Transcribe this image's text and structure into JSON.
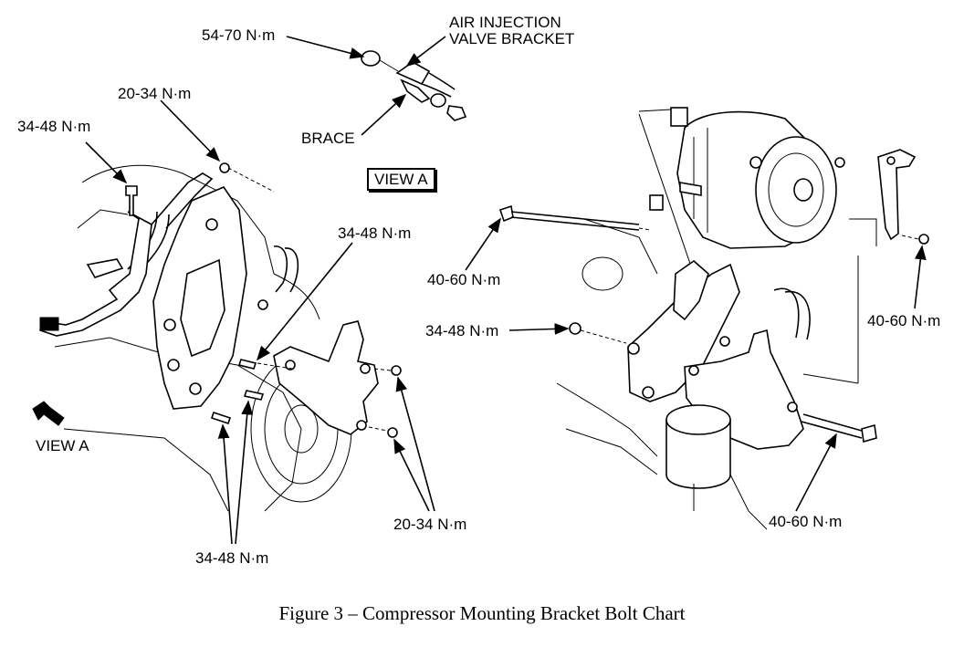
{
  "labels": {
    "top_torque": "54-70 N·m",
    "air_injection": "AIR INJECTION\nVALVE BRACKET",
    "brace": "BRACE",
    "upper_left_torque": "20-34 N·m",
    "left_torque": "34-48 N·m",
    "view_a_box": "VIEW A",
    "center_torque": "34-48 N·m",
    "right_left_torque": "40-60 N·m",
    "right_mid_torque": "34-48 N·m",
    "far_right_torque": "40-60 N·m",
    "view_a_arrow": "VIEW A",
    "lower_right_torque": "20-34 N·m",
    "bottom_right_torque": "40-60 N·m",
    "bottom_left_torque": "34-48 N·m"
  },
  "caption": "Figure 3 – Compressor Mounting Bracket Bolt Chart"
}
